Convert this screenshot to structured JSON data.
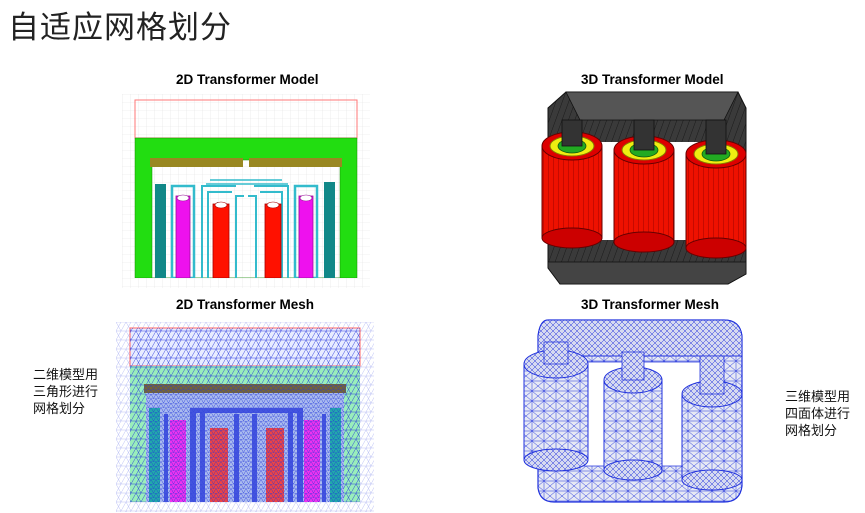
{
  "title": "自适应网格划分",
  "panels": {
    "model_2d": {
      "label": "2D Transformer Model"
    },
    "model_3d": {
      "label": "3D Transformer Model"
    },
    "mesh_2d": {
      "label": "2D Transformer Mesh"
    },
    "mesh_3d": {
      "label": "3D Transformer Mesh"
    }
  },
  "notes": {
    "left": [
      "二维模型用",
      "三角形进行",
      "网格划分"
    ],
    "right": [
      "三维模型用",
      "四面体进行",
      "网格划分"
    ]
  },
  "colors": {
    "core_green": "#22dd11",
    "winding_red": "#ff1100",
    "winding_magenta": "#ee11ee",
    "winding_teal": "#118888",
    "lead_cyan": "#33bbcc",
    "yoke_bar": "#998822",
    "core_dark": "#333333",
    "mesh_blue": "#2233dd"
  }
}
